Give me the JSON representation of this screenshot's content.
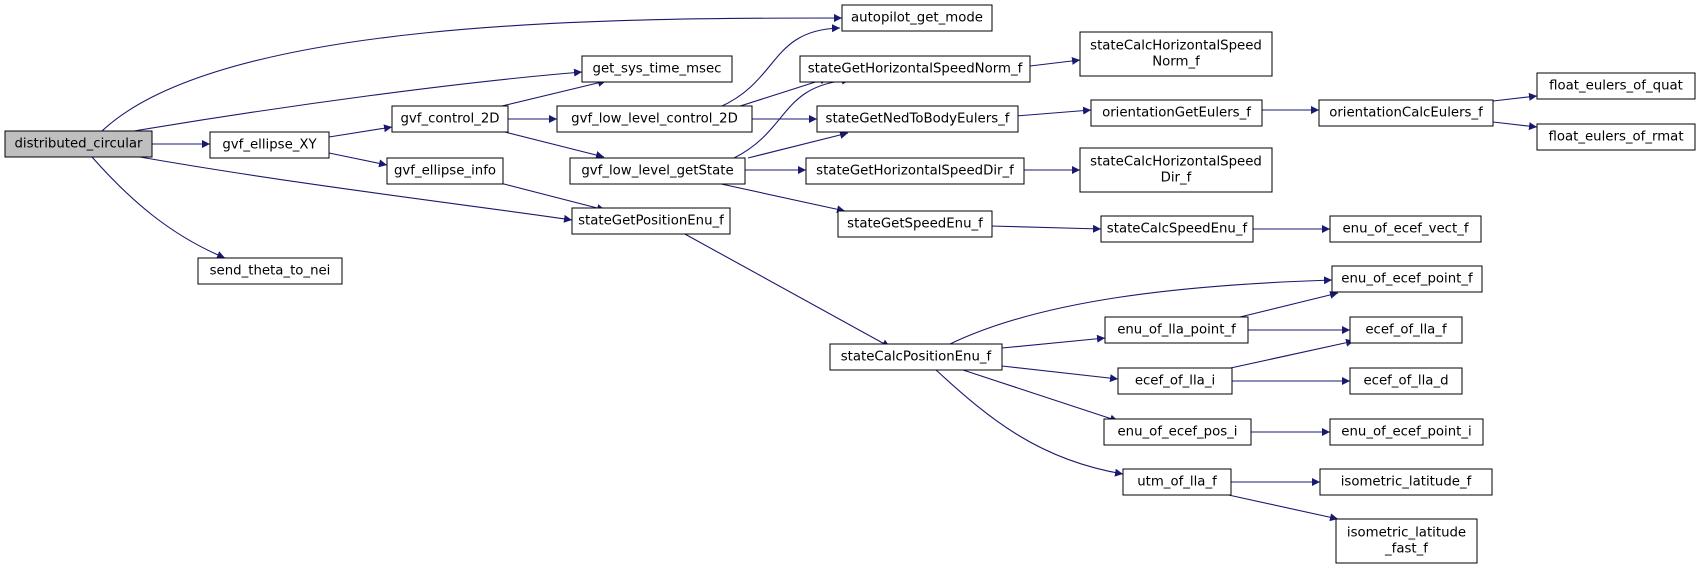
{
  "graph": {
    "edge_color": "#191970",
    "root_fill": "#bfbfbf",
    "nodes": {
      "distributed_circular": "distributed_circular",
      "autopilot_get_mode": "autopilot_get_mode",
      "get_sys_time_msec": "get_sys_time_msec",
      "gvf_ellipse_XY": "gvf_ellipse_XY",
      "stateGetPositionEnu_f": "stateGetPositionEnu_f",
      "send_theta_to_nei": "send_theta_to_nei",
      "gvf_control_2D": "gvf_control_2D",
      "gvf_ellipse_info": "gvf_ellipse_info",
      "gvf_low_level_control_2D": "gvf_low_level_control_2D",
      "gvf_low_level_getState": "gvf_low_level_getState",
      "stateGetHorizontalSpeedNorm_f": "stateGetHorizontalSpeedNorm_f",
      "stateGetNedToBodyEulers_f": "stateGetNedToBodyEulers_f",
      "stateGetHorizontalSpeedDir_f": "stateGetHorizontalSpeedDir_f",
      "stateGetSpeedEnu_f": "stateGetSpeedEnu_f",
      "stateCalcPositionEnu_f": "stateCalcPositionEnu_f",
      "stateCalcHorizontalSpeedNorm_f_1": "stateCalcHorizontalSpeed",
      "stateCalcHorizontalSpeedNorm_f_2": "Norm_f",
      "orientationGetEulers_f": "orientationGetEulers_f",
      "orientationCalcEulers_f": "orientationCalcEulers_f",
      "float_eulers_of_quat": "float_eulers_of_quat",
      "float_eulers_of_rmat": "float_eulers_of_rmat",
      "stateCalcHorizontalSpeedDir_f_1": "stateCalcHorizontalSpeed",
      "stateCalcHorizontalSpeedDir_f_2": "Dir_f",
      "stateCalcSpeedEnu_f": "stateCalcSpeedEnu_f",
      "enu_of_ecef_vect_f": "enu_of_ecef_vect_f",
      "enu_of_ecef_point_f": "enu_of_ecef_point_f",
      "enu_of_lla_point_f": "enu_of_lla_point_f",
      "ecef_of_lla_f": "ecef_of_lla_f",
      "ecef_of_lla_i": "ecef_of_lla_i",
      "ecef_of_lla_d": "ecef_of_lla_d",
      "enu_of_ecef_pos_i": "enu_of_ecef_pos_i",
      "enu_of_ecef_point_i": "enu_of_ecef_point_i",
      "utm_of_lla_f": "utm_of_lla_f",
      "isometric_latitude_f": "isometric_latitude_f",
      "isometric_latitude_fast_f_1": "isometric_latitude",
      "isometric_latitude_fast_f_2": "_fast_f"
    },
    "edges": [
      [
        "distributed_circular",
        "autopilot_get_mode"
      ],
      [
        "distributed_circular",
        "get_sys_time_msec"
      ],
      [
        "distributed_circular",
        "gvf_ellipse_XY"
      ],
      [
        "distributed_circular",
        "stateGetPositionEnu_f"
      ],
      [
        "distributed_circular",
        "send_theta_to_nei"
      ],
      [
        "gvf_ellipse_XY",
        "gvf_control_2D"
      ],
      [
        "gvf_ellipse_XY",
        "gvf_ellipse_info"
      ],
      [
        "gvf_control_2D",
        "get_sys_time_msec"
      ],
      [
        "gvf_control_2D",
        "gvf_low_level_control_2D"
      ],
      [
        "gvf_control_2D",
        "gvf_low_level_getState"
      ],
      [
        "gvf_ellipse_info",
        "stateGetPositionEnu_f"
      ],
      [
        "gvf_low_level_control_2D",
        "autopilot_get_mode"
      ],
      [
        "gvf_low_level_control_2D",
        "stateGetHorizontalSpeedNorm_f"
      ],
      [
        "gvf_low_level_control_2D",
        "stateGetNedToBodyEulers_f"
      ],
      [
        "gvf_low_level_getState",
        "stateGetHorizontalSpeedNorm_f"
      ],
      [
        "gvf_low_level_getState",
        "stateGetNedToBodyEulers_f"
      ],
      [
        "gvf_low_level_getState",
        "stateGetHorizontalSpeedDir_f"
      ],
      [
        "gvf_low_level_getState",
        "stateGetSpeedEnu_f"
      ],
      [
        "stateGetPositionEnu_f",
        "stateCalcPositionEnu_f"
      ],
      [
        "stateGetHorizontalSpeedNorm_f",
        "stateCalcHorizontalSpeedNorm_f"
      ],
      [
        "stateGetNedToBodyEulers_f",
        "orientationGetEulers_f"
      ],
      [
        "stateGetHorizontalSpeedDir_f",
        "stateCalcHorizontalSpeedDir_f"
      ],
      [
        "stateGetSpeedEnu_f",
        "stateCalcSpeedEnu_f"
      ],
      [
        "orientationGetEulers_f",
        "orientationCalcEulers_f"
      ],
      [
        "orientationCalcEulers_f",
        "float_eulers_of_quat"
      ],
      [
        "orientationCalcEulers_f",
        "float_eulers_of_rmat"
      ],
      [
        "stateCalcSpeedEnu_f",
        "enu_of_ecef_vect_f"
      ],
      [
        "stateCalcPositionEnu_f",
        "enu_of_ecef_point_f"
      ],
      [
        "stateCalcPositionEnu_f",
        "enu_of_lla_point_f"
      ],
      [
        "stateCalcPositionEnu_f",
        "ecef_of_lla_i"
      ],
      [
        "stateCalcPositionEnu_f",
        "enu_of_ecef_pos_i"
      ],
      [
        "stateCalcPositionEnu_f",
        "utm_of_lla_f"
      ],
      [
        "enu_of_lla_point_f",
        "enu_of_ecef_point_f"
      ],
      [
        "enu_of_lla_point_f",
        "ecef_of_lla_f"
      ],
      [
        "ecef_of_lla_i",
        "ecef_of_lla_f"
      ],
      [
        "ecef_of_lla_i",
        "ecef_of_lla_d"
      ],
      [
        "enu_of_ecef_pos_i",
        "enu_of_ecef_point_i"
      ],
      [
        "utm_of_lla_f",
        "isometric_latitude_f"
      ],
      [
        "utm_of_lla_f",
        "isometric_latitude_fast_f"
      ]
    ]
  }
}
